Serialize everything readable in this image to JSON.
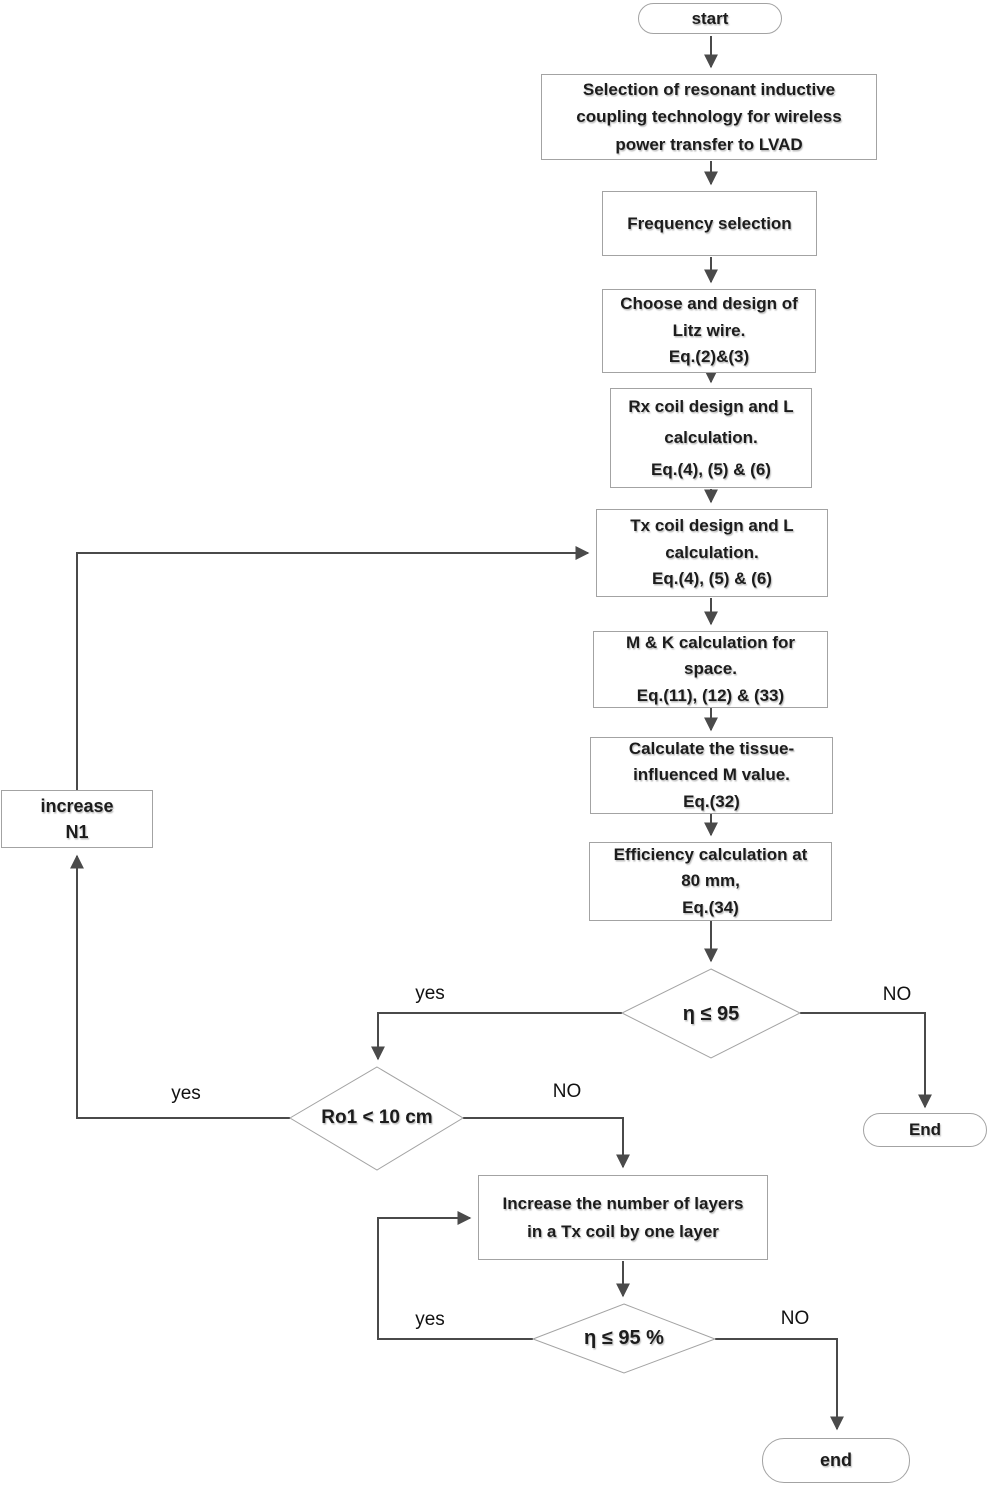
{
  "palette": {
    "background": "#ffffff",
    "box_border": "#a3a3a3",
    "connector": "#4a4a4a",
    "text": "#1c1c1c"
  },
  "nodes": {
    "start": "start",
    "selection": "Selection of resonant inductive\ncoupling technology for wireless\npower transfer to LVAD",
    "frequency": "Frequency selection",
    "litz": "Choose and design of\nLitz wire.\nEq.(2)&(3)",
    "rx_coil": "Rx coil design and L\ncalculation.\nEq.(4), (5) & (6)",
    "tx_coil": "Tx coil design and L\ncalculation.\nEq.(4), (5) & (6)",
    "mk_calc": "M & K calculation for\nspace.\nEq.(11), (12) & (33)",
    "tissue": "Calculate the tissue-\ninfluenced M value.\nEq.(32)",
    "efficiency": "Efficiency calculation at\n80 mm,\nEq.(34)",
    "increase_n1": "increase\nN1",
    "increase_layers": "Increase the number of layers\nin a Tx coil by one layer",
    "end_upper": "End",
    "end_lower": "end"
  },
  "decisions": {
    "eta_95": "η ≤ 95",
    "ro1": "Ro1 < 10 cm",
    "eta_95_pct": "η ≤ 95 %"
  },
  "edge_labels": {
    "d1_yes": "yes",
    "d1_no": "NO",
    "d2_yes": "yes",
    "d2_no": "NO",
    "d3_yes": "yes",
    "d3_no": "NO"
  }
}
